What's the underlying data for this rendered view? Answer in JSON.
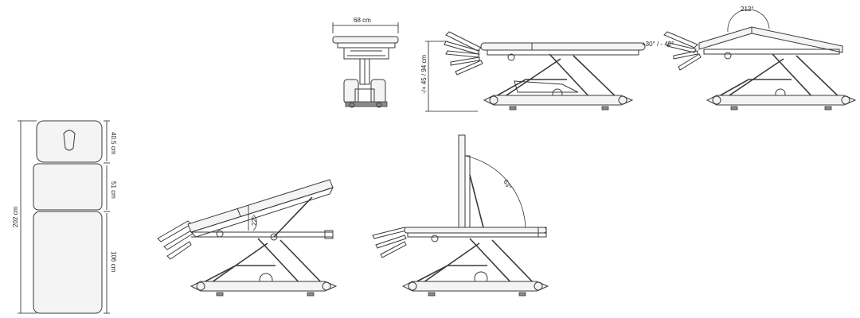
{
  "dimensions": {
    "width_label": "68 cm",
    "height_label": "-/+ 45 / 94 cm",
    "head_tilt_label": "+30° / - 42°",
    "top_angle_label": "212°",
    "head_length_label": "40.5 cm",
    "mid_length_label": "51 cm",
    "leg_length_label": "106 cm",
    "total_length_label": "202 cm",
    "trendelenburg_label": "22°",
    "backrest_label": "63°"
  }
}
